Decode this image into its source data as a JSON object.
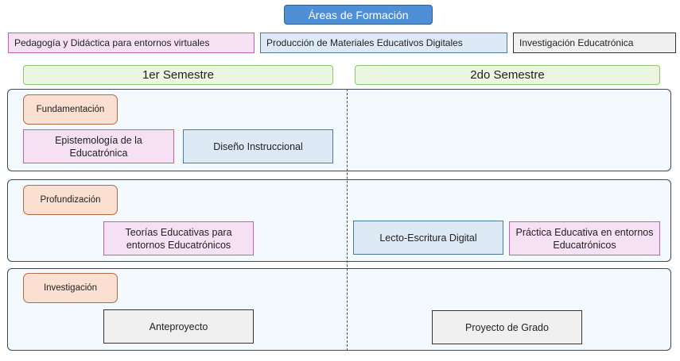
{
  "title": "Áreas de Formación",
  "legend": [
    {
      "label": "Pedagogía y Didáctica para entornos virtuales",
      "color": "#f6e0f4"
    },
    {
      "label": "Producción  de Materiales Educativos Digitales",
      "color": "#ddeaf6"
    },
    {
      "label": "Investigación Educatrónica",
      "color": "#f0f0f0"
    }
  ],
  "semesters": [
    "1er Semestre",
    "2do Semestre"
  ],
  "rows": [
    {
      "label": "Fundamentación",
      "courses": [
        "Epistemología de la Educatrónica",
        "Diseño Instruccional"
      ]
    },
    {
      "label": "Profundización",
      "courses": [
        "Teorías Educativas para entornos Educatrónicos",
        "Lecto-Escritura Digital",
        "Práctica Educativa en entornos Educatrónicos"
      ]
    },
    {
      "label": "Investigación",
      "courses": [
        "Anteproyecto",
        "Proyecto de Grado"
      ]
    }
  ]
}
